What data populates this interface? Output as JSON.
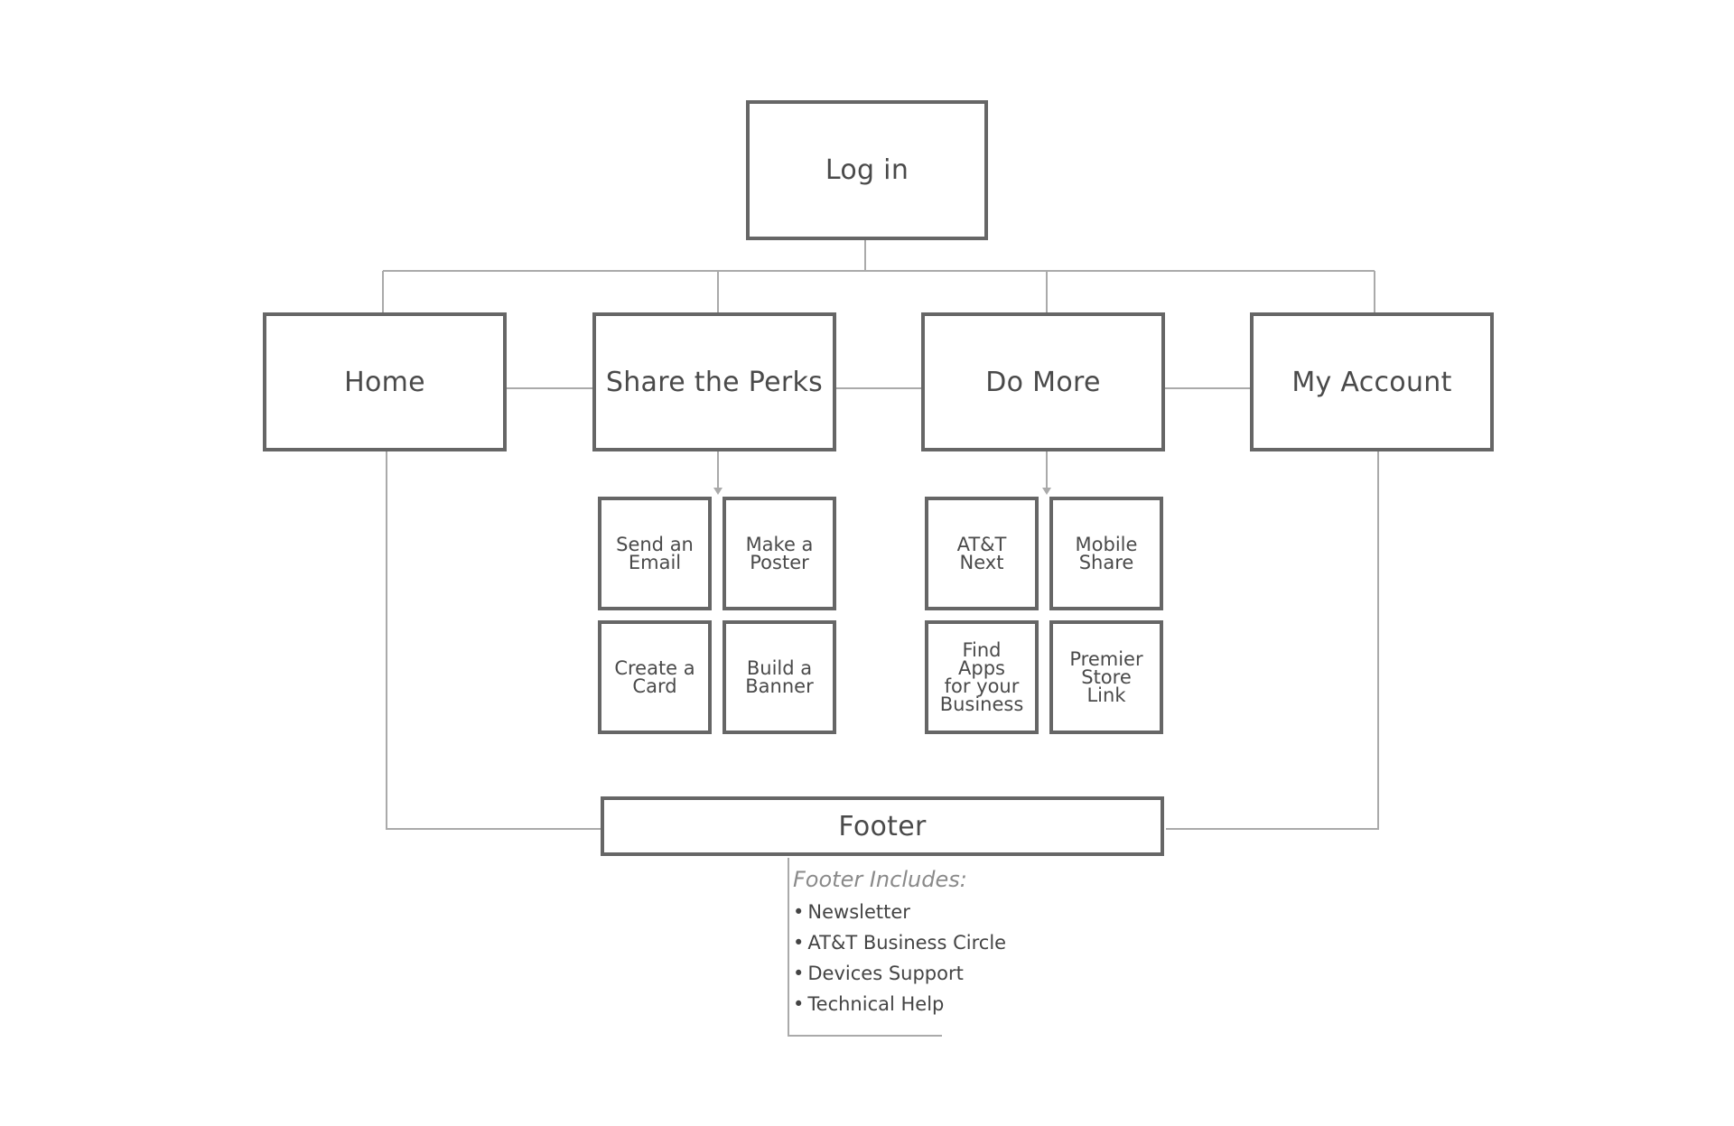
{
  "diagram": {
    "root": {
      "label": "Log in"
    },
    "sections": [
      {
        "label": "Home"
      },
      {
        "label": "Share the Perks"
      },
      {
        "label": "Do More"
      },
      {
        "label": "My Account"
      }
    ],
    "share_the_perks_children": [
      {
        "label": "Send an\nEmail"
      },
      {
        "label": "Make a\nPoster"
      },
      {
        "label": "Create a\nCard"
      },
      {
        "label": "Build a\nBanner"
      }
    ],
    "do_more_children": [
      {
        "label": "AT&T\nNext"
      },
      {
        "label": "Mobile\nShare"
      },
      {
        "label": "Find\nApps\nfor your\nBusiness"
      },
      {
        "label": "Premier\nStore\nLink"
      }
    ],
    "footer": {
      "label": "Footer",
      "notes_title": "Footer Includes:",
      "notes": [
        "Newsletter",
        "AT&T Business Circle",
        "Devices Support",
        "Technical Help"
      ]
    }
  },
  "colors": {
    "box_border": "#666666",
    "connector": "#aaaaaa",
    "text": "#4a4a4a",
    "notes_title": "#8a8a8a"
  }
}
